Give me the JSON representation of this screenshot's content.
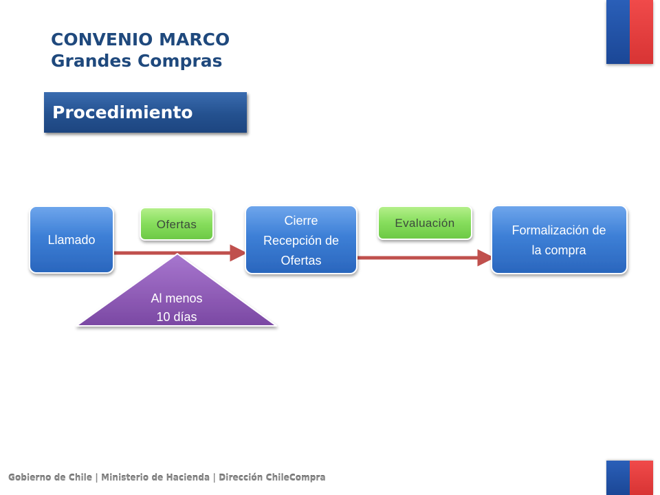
{
  "header": {
    "line1": "CONVENIO MARCO",
    "line2": "Grandes Compras"
  },
  "section": {
    "title": "Procedimiento"
  },
  "diagram": {
    "nodes": {
      "llamado": "Llamado",
      "cierre": [
        "Cierre",
        "Recepción de",
        "Ofertas"
      ],
      "formalizacion": [
        "Formalización de",
        "la compra"
      ]
    },
    "labels": {
      "ofertas": "Ofertas",
      "evaluacion": "Evaluación"
    },
    "triangle": [
      "Al menos",
      "10 días"
    ]
  },
  "footer": {
    "text": "Gobierno de Chile | Ministerio de Hacienda | Dirección ChileCompra"
  },
  "colors": {
    "flag_blue": "#1b4796",
    "flag_red": "#e03c3c",
    "title": "#1f497d",
    "node_blue": "#3d7fd6",
    "label_green": "#7ed957",
    "triangle_purple": "#8e5bb5",
    "arrow": "#c0504d"
  }
}
